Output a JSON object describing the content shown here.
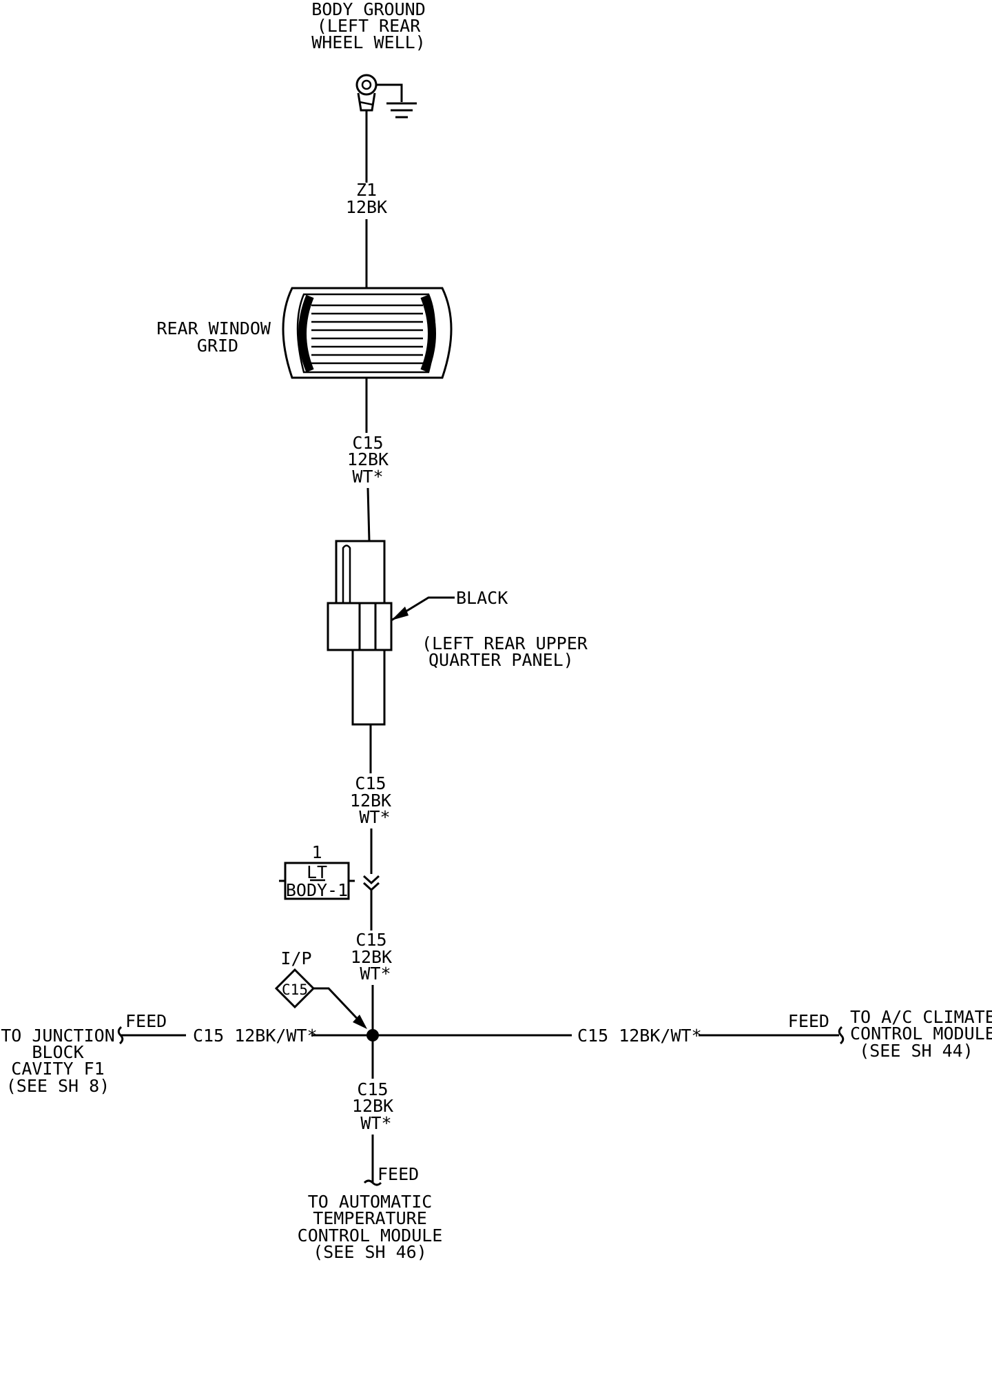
{
  "ground": {
    "line1": "BODY GROUND",
    "line2": "(LEFT REAR",
    "line3": "WHEEL WELL)"
  },
  "wire_ground": {
    "circuit": "Z1",
    "gauge_color": "12BK"
  },
  "grid": {
    "line1": "REAR WINDOW",
    "line2": "GRID"
  },
  "wire_grid_out": {
    "circuit": "C15",
    "gauge": "12BK",
    "tracer": "WT*"
  },
  "connector": {
    "color": "BLACK",
    "loc_line1": "(LEFT REAR UPPER",
    "loc_line2": "QUARTER PANEL)"
  },
  "wire_connector_out": {
    "circuit": "C15",
    "gauge": "12BK",
    "tracer": "WT*"
  },
  "inline_connector": {
    "pin": "1",
    "line1": "LT",
    "line2": "BODY-1"
  },
  "wire_inline_out": {
    "circuit": "C15",
    "gauge": "12BK",
    "tracer": "WT*"
  },
  "splice": {
    "location": "I/P",
    "id": "C15"
  },
  "left_branch": {
    "feed": "FEED",
    "wire": "C15 12BK/WT*",
    "dest_line1": "TO JUNCTION",
    "dest_line2": "BLOCK",
    "dest_line3": "CAVITY F1",
    "dest_line4": "(SEE SH 8)"
  },
  "right_branch": {
    "feed": "FEED",
    "wire": "C15 12BK/WT*",
    "dest_line1": "TO A/C CLIMATE",
    "dest_line2": "CONTROL MODULE",
    "dest_line3": "(SEE SH 44)"
  },
  "bottom_branch": {
    "circuit": "C15",
    "gauge": "12BK",
    "tracer": "WT*",
    "feed": "FEED",
    "dest_line1": "TO AUTOMATIC",
    "dest_line2": "TEMPERATURE",
    "dest_line3": "CONTROL MODULE",
    "dest_line4": "(SEE SH 46)"
  }
}
